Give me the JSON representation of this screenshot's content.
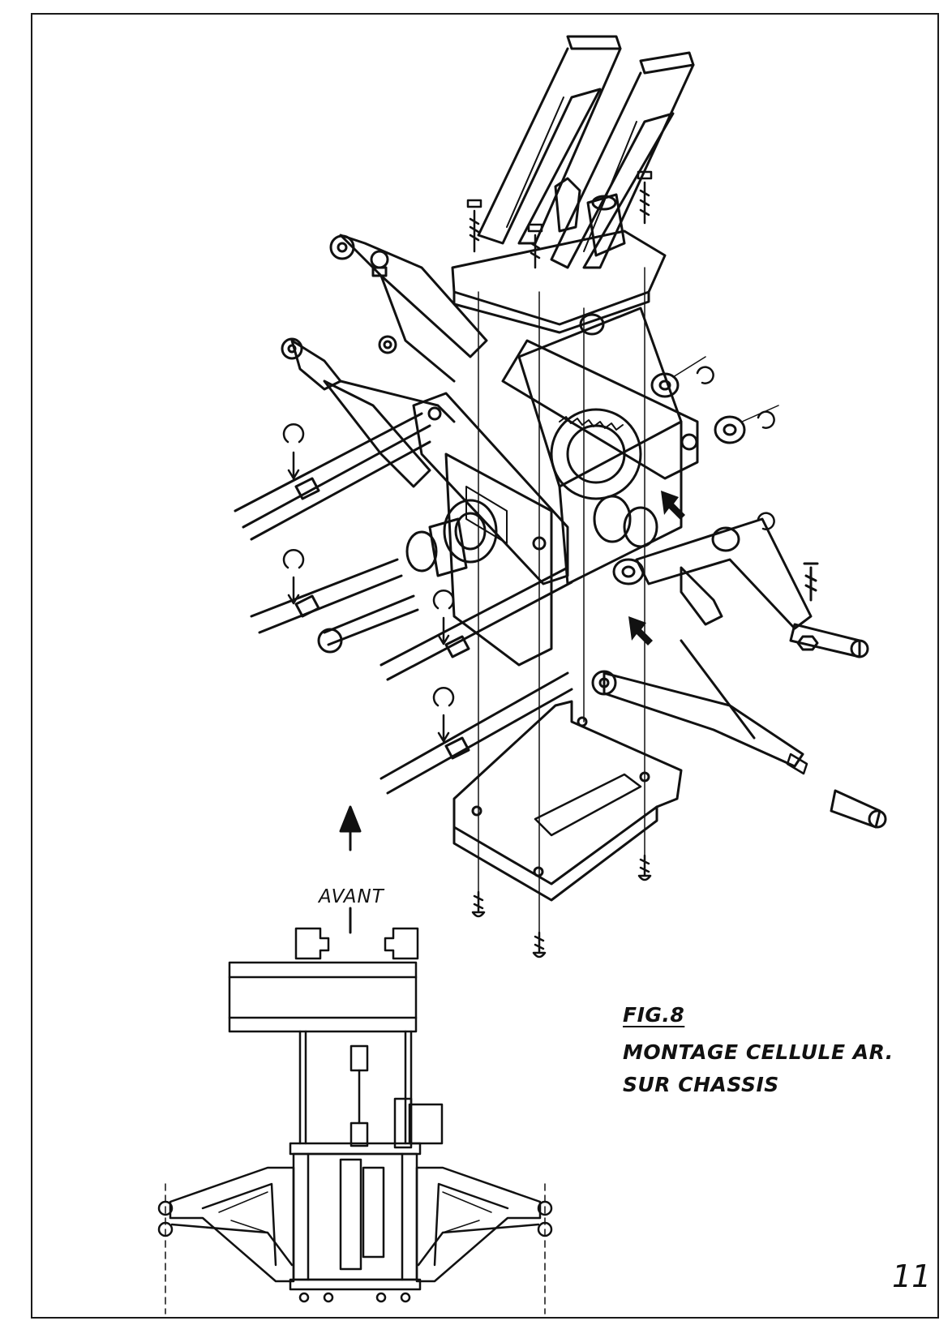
{
  "figure": {
    "number_label": "FIG.8",
    "caption_line_1": "MONTAGE CELLULE AR.",
    "caption_line_2": "SUR CHASSIS"
  },
  "plan_view": {
    "direction_label": "AVANT"
  },
  "page": {
    "number": "11"
  }
}
